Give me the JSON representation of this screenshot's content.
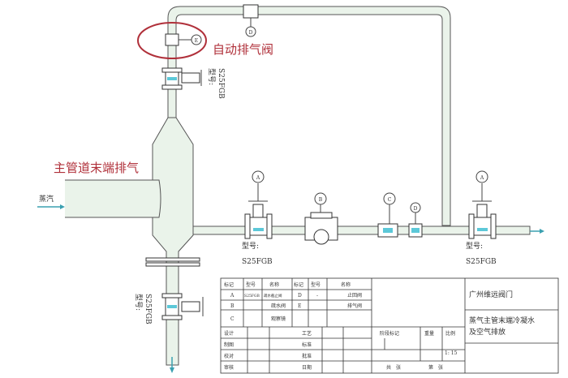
{
  "annotations": {
    "auto_vent_valve": "自动排气阀",
    "main_pipe_end_vent": "主管道末端排气",
    "steam_inlet": "蒸汽"
  },
  "markers": [
    "A",
    "B",
    "C",
    "D",
    "E"
  ],
  "model_labels": {
    "label": "型号:",
    "model": "S25FGB"
  },
  "title_block": {
    "headers": [
      "标记",
      "型号",
      "名称",
      "标记",
      "型号",
      "名称"
    ],
    "parts": [
      {
        "mark": "A",
        "model": "S25FGB",
        "name": "疏水截止阀",
        "mark2": "D",
        "model2": "-",
        "name2": "止回阀"
      },
      {
        "mark": "B",
        "model": "",
        "name": "疏水阀",
        "mark2": "E",
        "model2": "",
        "name2": "排气阀"
      },
      {
        "mark": "C",
        "model": "",
        "name": "观察镜",
        "mark2": "",
        "model2": "",
        "name2": ""
      }
    ],
    "sign_rows": [
      {
        "left": "设计",
        "right": "工艺"
      },
      {
        "left": "制图",
        "right": "标准"
      },
      {
        "left": "校对",
        "right": "批准"
      },
      {
        "left": "审核",
        "right": "日期"
      }
    ],
    "stage_mark": "阶段标记",
    "weight": "重量",
    "scale_label": "比例",
    "scale_value": "1: 15",
    "total_sheets": "共　张",
    "sheet_no": "第　张",
    "company": "广州维远阀门",
    "drawing_title_1": "蒸气主管末端冷凝水",
    "drawing_title_2": "及空气排放"
  }
}
